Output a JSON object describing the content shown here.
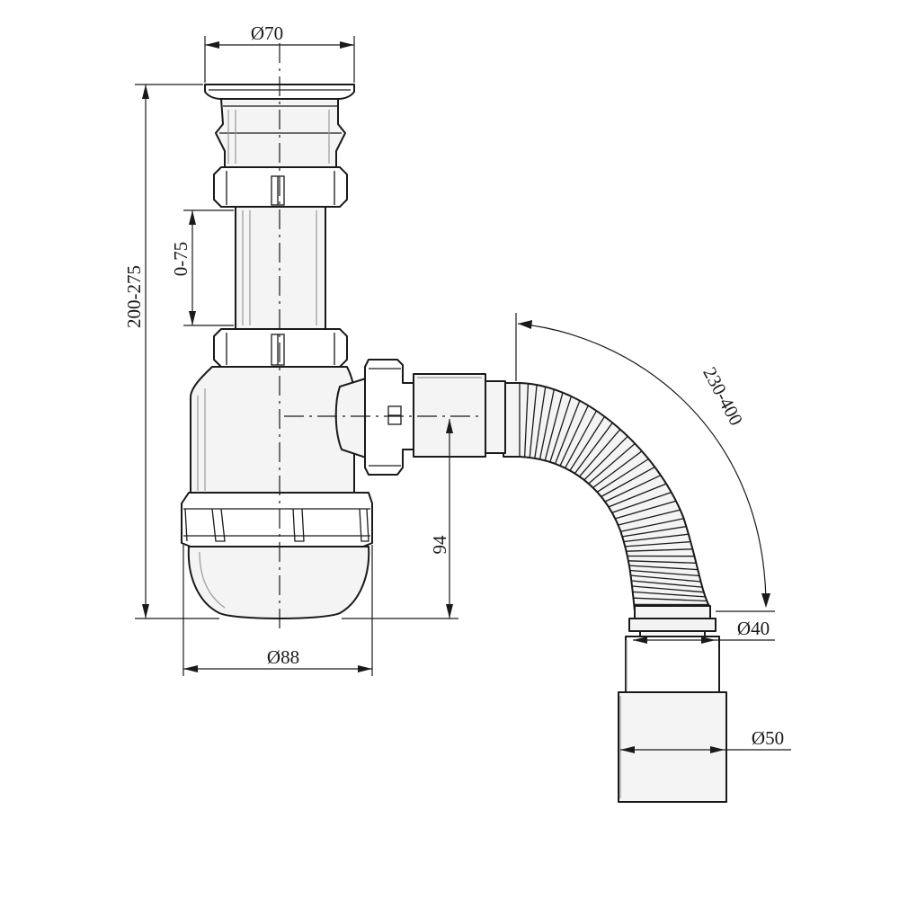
{
  "dimensions": {
    "top_diameter": "Ø70",
    "total_height": "200-275",
    "adjust_range": "0-75",
    "outlet_height": "94",
    "bottle_diameter": "Ø88",
    "hose_length": "230-400",
    "hose_diameter": "Ø40",
    "outlet_diameter": "Ø50"
  }
}
